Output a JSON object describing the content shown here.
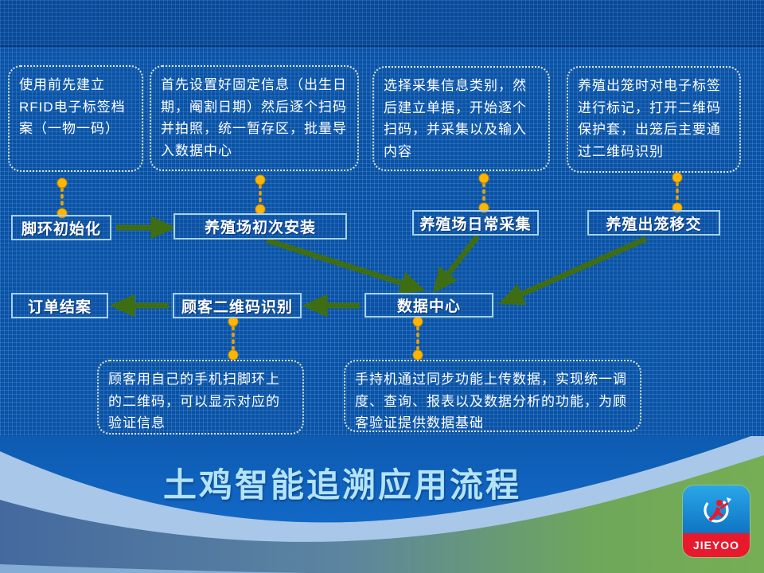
{
  "slide": {
    "title": "土鸡智能追溯应用流程"
  },
  "callouts": [
    {
      "text": "使用前先建立RFID电子标签档案（一物一码）"
    },
    {
      "text": "首先设置好固定信息（出生日期，阉割日期）然后逐个扫码并拍照，统一暂存区，批量导入数据中心"
    },
    {
      "text": "选择采集信息类别，然后建立单据，开始逐个扫码，并采集以及输入内容"
    },
    {
      "text": "养殖出笼时对电子标签进行标记，打开二维码保护套，出笼后主要通过二维码识别"
    },
    {
      "text": "顾客用自己的手机扫脚环上的二维码，可以显示对应的验证信息"
    },
    {
      "text": "手持机通过同步功能上传数据，实现统一调度、查询、报表以及数据分析的功能，为顾客验证提供数据基础"
    }
  ],
  "nodes": [
    {
      "label": "脚环初始化"
    },
    {
      "label": "养殖场初次安装"
    },
    {
      "label": "养殖场日常采集"
    },
    {
      "label": "养殖出笼移交"
    },
    {
      "label": "订单结案"
    },
    {
      "label": "顾客二维码识别"
    },
    {
      "label": "数据中心"
    }
  ],
  "logo": {
    "brand": "JIEYOO"
  },
  "colors": {
    "background_blue": "#0b52a4",
    "arrow_green": "#3f6d13",
    "connector_amber": "#ffb300",
    "node_border": "#a5d2f2",
    "title_text": "#b2e3f9",
    "footer_green": "#74ad55",
    "swoosh_pale_blue": "#a9c7e9",
    "logo_red": "#e8192c",
    "logo_blue": "#1d95d4"
  }
}
